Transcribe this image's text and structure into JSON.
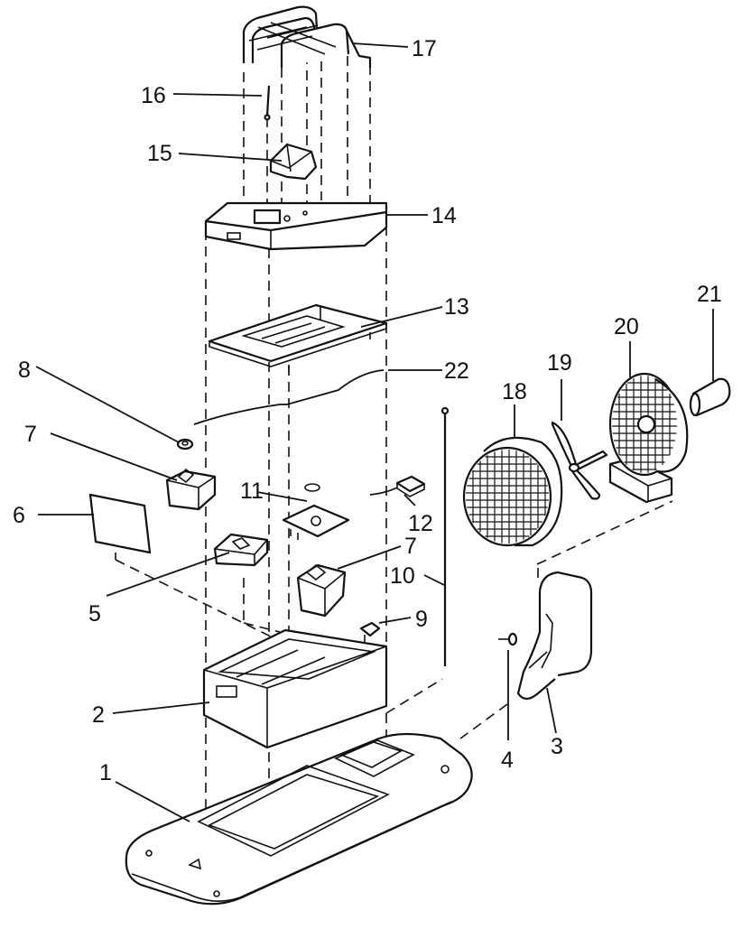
{
  "callouts": [
    {
      "id": "label-1",
      "text": "1"
    },
    {
      "id": "label-2",
      "text": "2"
    },
    {
      "id": "label-3",
      "text": "3"
    },
    {
      "id": "label-4",
      "text": "4"
    },
    {
      "id": "label-5",
      "text": "5"
    },
    {
      "id": "label-6",
      "text": "6"
    },
    {
      "id": "label-7a",
      "text": "7"
    },
    {
      "id": "label-7b",
      "text": "7"
    },
    {
      "id": "label-8",
      "text": "8"
    },
    {
      "id": "label-9",
      "text": "9"
    },
    {
      "id": "label-10",
      "text": "10"
    },
    {
      "id": "label-11",
      "text": "11"
    },
    {
      "id": "label-12",
      "text": "12"
    },
    {
      "id": "label-13",
      "text": "13"
    },
    {
      "id": "label-14",
      "text": "14"
    },
    {
      "id": "label-15",
      "text": "15"
    },
    {
      "id": "label-16",
      "text": "16"
    },
    {
      "id": "label-17",
      "text": "17"
    },
    {
      "id": "label-18",
      "text": "18"
    },
    {
      "id": "label-19",
      "text": "19"
    },
    {
      "id": "label-20",
      "text": "20"
    },
    {
      "id": "label-21",
      "text": "21"
    },
    {
      "id": "label-22",
      "text": "22"
    }
  ]
}
